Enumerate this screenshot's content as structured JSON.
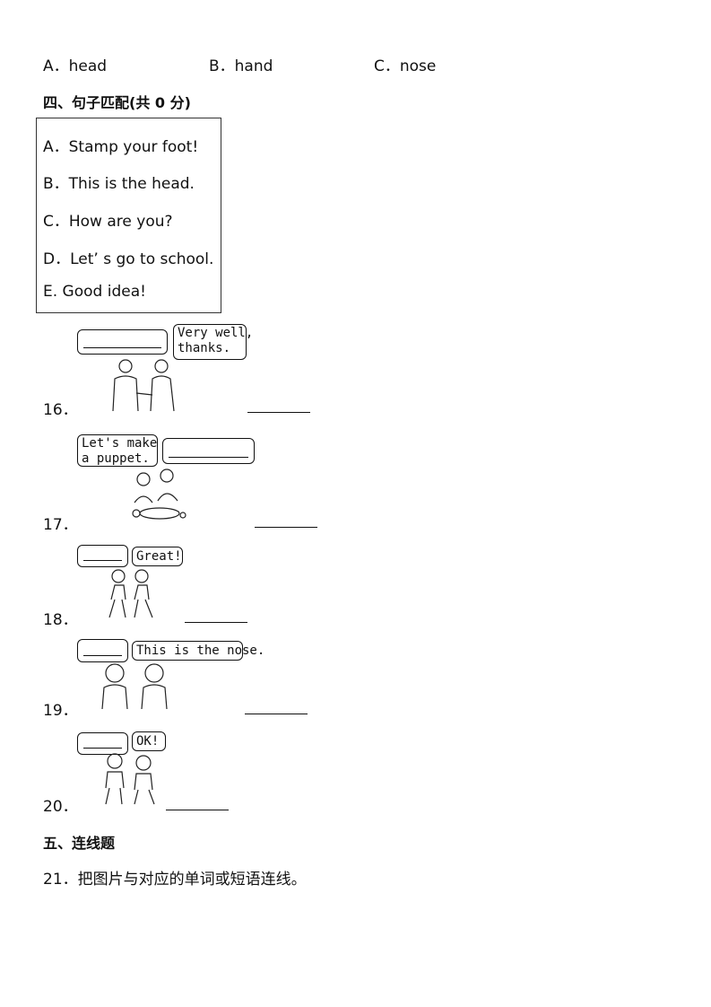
{
  "options": {
    "a": "A．head",
    "b": "B．hand",
    "c": "C．nose"
  },
  "section4": {
    "title": "四、句子匹配(共 0 分)",
    "sentences": [
      "A．Stamp your foot!",
      "B．This is the head.",
      "C．How are you?",
      "D．Let’ s go to school.",
      "E. Good idea!"
    ]
  },
  "questions": [
    {
      "number": "16．",
      "bubble_right": "Very well,\nthanks."
    },
    {
      "number": "17．",
      "bubble_left": "Let's make\na puppet."
    },
    {
      "number": "18．",
      "bubble_right": "Great!"
    },
    {
      "number": "19．",
      "bubble_right": "This is the nose."
    },
    {
      "number": "20．",
      "bubble_right": "OK!"
    }
  ],
  "section5": {
    "title": "五、连线题",
    "instruction": "21．把图片与对应的单词或短语连线。"
  }
}
